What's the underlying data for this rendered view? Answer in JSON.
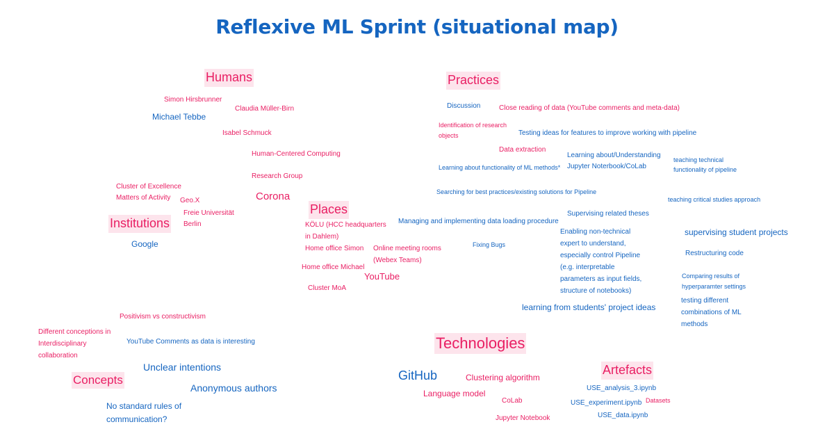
{
  "title": "Reflexive ML Sprint (situational map)",
  "colors": {
    "pink": "#e91e63",
    "blue": "#1565c0",
    "category_bg": "#fde4ec"
  },
  "categories": {
    "humans": "Humans",
    "practices": "Practices",
    "institutions": "Institutions",
    "places": "Places",
    "technologies": "Technologies",
    "artefacts": "Artefacts",
    "concepts": "Concepts"
  },
  "humans": {
    "simon": "Simon Hirsbrunner",
    "claudia": "Claudia Müller-Birn",
    "michael": "Michael Tebbe",
    "isabel": "Isabel Schmuck",
    "hcc": "Human-Centered Computing",
    "research_group": "Research Group",
    "corona": "Corona"
  },
  "institutions": {
    "cluster": "Cluster of Excellence",
    "matters": "Matters of Activity",
    "geox": "Geo.X",
    "fu1": "Freie Universität",
    "fu2": "Berlin",
    "google": "Google"
  },
  "places": {
    "kolu": "KÖLU (HCC headquarters in Dahlem)",
    "home_simon": "Home office Simon",
    "home_michael": "Home office Michael",
    "cluster_moa": "Cluster MoA",
    "online_rooms": "Online meeting rooms (Webex Teams)",
    "youtube": "YouTube"
  },
  "practices": {
    "discussion": "Discussion",
    "close_reading": "Close reading of data (YouTube comments and meta-data)",
    "identification": "Identification of research objects",
    "testing_ideas": "Testing ideas for features to improve working with pipeline",
    "data_extraction": "Data extraction",
    "learning_ml": "Learning about functionality of ML methods*",
    "learning_jupyter": "Learning about/Understanding Jupyter Noterbook/CoLab",
    "teaching_technical": "teaching technical functionality of pipeline",
    "searching": "Searching for best practices/existing solutions for Pipeline",
    "teaching_critical": "teaching critical studies approach",
    "supervising_theses": "Supervising related theses",
    "managing": "Managing and implementing data loading procedure",
    "enabling": "Enabling non-technical expert to understand, especially control Pipeline (e.g. interpretable parameters as input fields, structure of notebooks)",
    "supervising_projects": "supervising student projects",
    "fixing": "Fixing Bugs",
    "restructuring": "Restructuring code",
    "comparing": "Comparing results of hyperparamter settings",
    "learning_students": "learning from students' project ideas",
    "testing_combinations": "testing different combinations of ML methods"
  },
  "concepts": {
    "positivism": "Positivism vs constructivism",
    "conceptions": "Different conceptions in Interdisciplinary collaboration",
    "youtube_comments": "YouTube Comments as data is interesting",
    "unclear": "Unclear intentions",
    "anonymous": "Anonymous authors",
    "no_rules": "No standard rules of communication?"
  },
  "technologies": {
    "github": "GitHub",
    "clustering": "Clustering algorithm",
    "language_model": "Language model",
    "colab": "CoLab",
    "jupyter": "Jupyter Notebook"
  },
  "artefacts": {
    "analysis": "USE_analysis_3.ipynb",
    "experiment": "USE_experiment.ipynb",
    "data": "USE_data.ipynb",
    "datasets": "Datasets"
  }
}
